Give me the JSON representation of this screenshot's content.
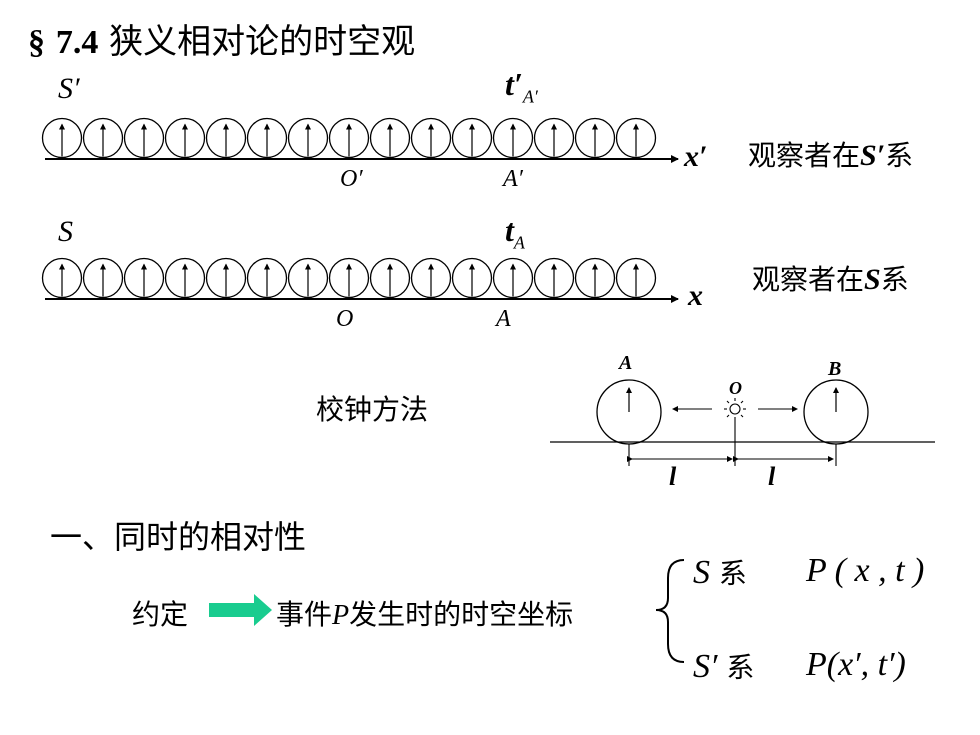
{
  "slide": {
    "section_mark": "§",
    "section_number": "7.4",
    "title": "狭义相对论的时空观"
  },
  "row_s_prime": {
    "frame_label": "S′",
    "time_label_base": "t′",
    "time_label_sub": "A′",
    "axis_label": "x′",
    "origin_label": "O′",
    "point_label": "A′",
    "observer_text_prefix": "观察者在",
    "observer_frame": "S′",
    "observer_text_suffix": "系"
  },
  "row_s": {
    "frame_label": "S",
    "time_label_base": "t",
    "time_label_sub": "A",
    "axis_label": "x",
    "origin_label": "O",
    "point_label": "A",
    "observer_text_prefix": "观察者在",
    "observer_frame": "S",
    "observer_text_suffix": "系"
  },
  "sync": {
    "method_label": "校钟方法",
    "clock_a": "A",
    "clock_b": "B",
    "source": "O",
    "dist_left": "l",
    "dist_right": "l"
  },
  "section_one": {
    "heading": "一、同时的相对性"
  },
  "convention": {
    "label": "约定",
    "event_prefix": "事件",
    "event_var": "P",
    "event_suffix": "发生时的时空坐标",
    "arrow_color": "#19cc8f",
    "frame1_var": "S",
    "frame1_word": "系",
    "frame1_coord": "P ( x , t )",
    "frame2_var": "S′",
    "frame2_word": "系",
    "frame2_coord": "P(x′, t′)"
  }
}
